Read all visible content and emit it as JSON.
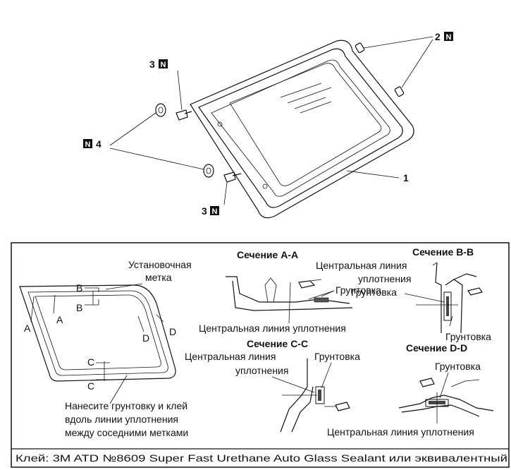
{
  "top_view": {
    "callout_1": "1",
    "callout_2": "2",
    "callout_3a": "3",
    "callout_3b": "3",
    "callout_4": "4",
    "badge": "N"
  },
  "detail": {
    "setting_mark_1": "Установочная",
    "setting_mark_2": "метка",
    "marks": {
      "a1": "A",
      "a2": "A",
      "b1": "B",
      "b2": "B",
      "c1": "C",
      "c2": "C",
      "d1": "D",
      "d2": "D"
    },
    "instruction_1": "Нанесите грунтовку и клей",
    "instruction_2": "вдоль линии уплотнения",
    "instruction_3": "между соседними метками"
  },
  "section_aa": {
    "title": "Сечение А-А",
    "primer": "Грунтовка",
    "centerline": "Центральная линия уплотнения"
  },
  "section_bb": {
    "title": "Сечение В-В",
    "centerline_1": "Центральная линия",
    "centerline_2": "уплотнения",
    "primer_1": "Грунтовка",
    "primer_2": "Грунтовка"
  },
  "section_cc": {
    "title": "Сечение С-С",
    "centerline_1": "Центральная линия",
    "centerline_2": "уплотнения",
    "primer": "Грунтовка"
  },
  "section_dd": {
    "title": "Сечение D-D",
    "primer": "Грунтовка",
    "centerline": "Центральная линия уплотнения"
  },
  "footer": {
    "text": "Клей: 3M ATD №8609 Super Fast Urethane Auto Glass Sealant или эквивалентный"
  }
}
